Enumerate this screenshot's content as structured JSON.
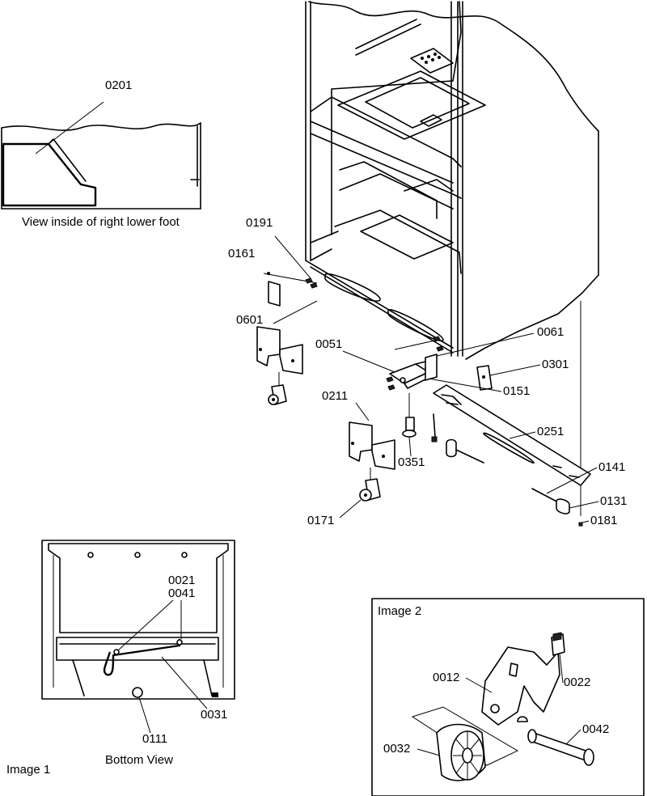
{
  "parts": {
    "p0201": "0201",
    "p0191": "0191",
    "p0161": "0161",
    "p0601": "0601",
    "p0051": "0051",
    "p0061": "0061",
    "p0301": "0301",
    "p0151": "0151",
    "p0211": "0211",
    "p0251": "0251",
    "p0351": "0351",
    "p0141": "0141",
    "p0131": "0131",
    "p0181": "0181",
    "p0171": "0171",
    "p0021": "0021",
    "p0041": "0041",
    "p0031": "0031",
    "p0111": "0111",
    "p0012": "0012",
    "p0022": "0022",
    "p0032": "0032",
    "p0042": "0042"
  },
  "captions": {
    "foot_view": "View inside of right lower foot",
    "bottom_view": "Bottom View",
    "image1": "Image 1",
    "image2": "Image 2"
  }
}
